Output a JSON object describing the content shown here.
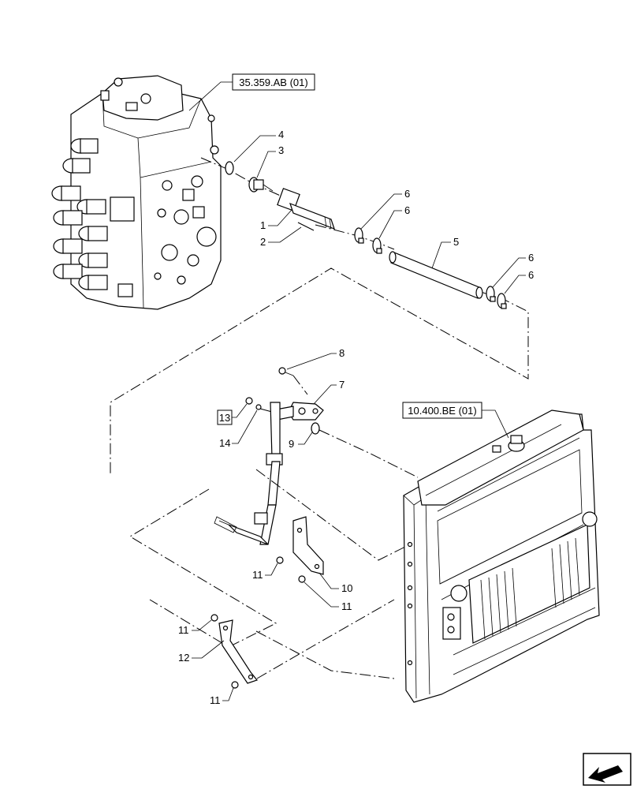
{
  "references": {
    "valve_ref": "35.359.AB (01)",
    "radiator_ref": "10.400.BE (01)"
  },
  "callouts": {
    "c1": "1",
    "c2": "2",
    "c3": "3",
    "c4": "4",
    "c5": "5",
    "c6a": "6",
    "c6b": "6",
    "c6c": "6",
    "c6d": "6",
    "c7": "7",
    "c8": "8",
    "c9": "9",
    "c10": "10",
    "c11a": "11",
    "c11b": "11",
    "c11c": "11",
    "c11d": "11",
    "c12": "12",
    "c13": "13",
    "c14": "14"
  },
  "icons": {
    "nav": "arrow-icon"
  }
}
